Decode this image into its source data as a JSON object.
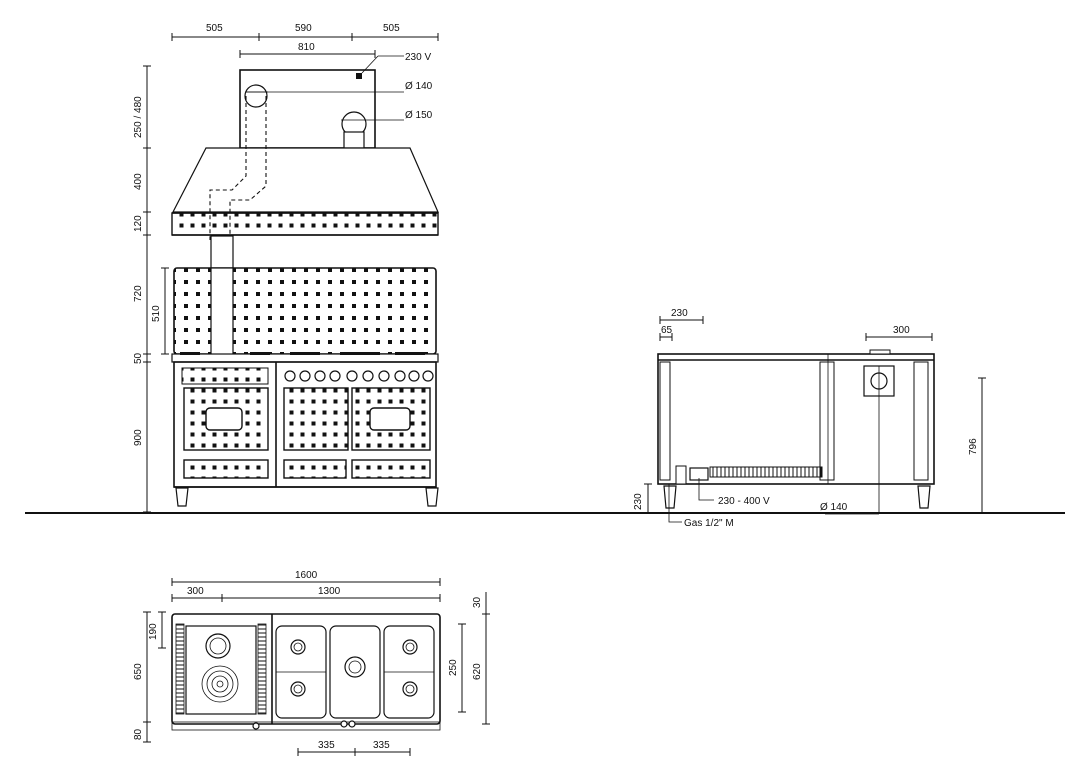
{
  "labels": {
    "top_left_505": "505",
    "top_590": "590",
    "top_right_505": "505",
    "hood_810": "810",
    "power_230v": "230 V",
    "diam_140": "Ø 140",
    "diam_150": "Ø 150",
    "v_250_480": "250 / 480",
    "v_400": "400",
    "v_120": "120",
    "v_720": "720",
    "v_510": "510",
    "v_50": "50",
    "v_900": "900",
    "side_230_top": "230",
    "side_65": "65",
    "side_300": "300",
    "side_796": "796",
    "side_230_left": "230",
    "side_power": "230 - 400 V",
    "side_diam_140": "Ø 140",
    "gas": "Gas 1/2\" M",
    "plan_1600": "1600",
    "plan_300": "300",
    "plan_1300": "1300",
    "plan_30": "30",
    "plan_190": "190",
    "plan_650": "650",
    "plan_250": "250",
    "plan_620": "620",
    "plan_80": "80",
    "plan_335_a": "335",
    "plan_335_b": "335"
  }
}
